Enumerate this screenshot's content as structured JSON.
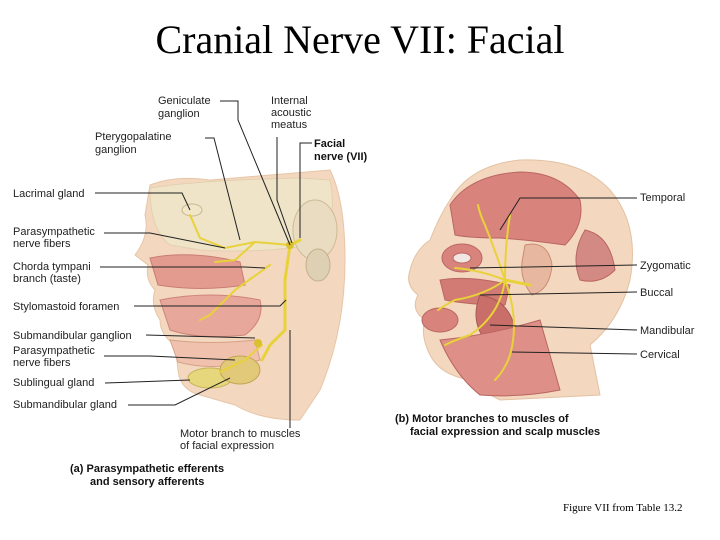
{
  "title": "Cranial Nerve VII: Facial",
  "panel_a": {
    "labels": {
      "geniculate_ganglion": [
        "Geniculate",
        "ganglion"
      ],
      "internal_acoustic_meatus": [
        "Internal",
        "acoustic",
        "meatus"
      ],
      "pterygopalatine_ganglion": [
        "Pterygopalatine",
        "ganglion"
      ],
      "facial_nerve": [
        "Facial",
        "nerve (VII)"
      ],
      "lacrimal_gland": "Lacrimal gland",
      "parasympathetic_fibers_upper": [
        "Parasympathetic",
        "nerve fibers"
      ],
      "chorda_tympani": [
        "Chorda tympani",
        "branch (taste)"
      ],
      "stylomastoid_foramen": "Stylomastoid foramen",
      "submandibular_ganglion": "Submandibular ganglion",
      "parasympathetic_fibers_lower": [
        "Parasympathetic",
        "nerve fibers"
      ],
      "sublingual_gland": "Sublingual gland",
      "submandibular_gland": "Submandibular gland",
      "motor_branch": [
        "Motor branch to muscles",
        "of facial expression"
      ]
    },
    "caption": [
      "(a) Parasympathetic efferents",
      "and sensory afferents"
    ]
  },
  "panel_b": {
    "labels": {
      "temporal": "Temporal",
      "zygomatic": "Zygomatic",
      "buccal": "Buccal",
      "mandibular": "Mandibular",
      "cervical": "Cervical"
    },
    "caption": [
      "(b) Motor branches to muscles of",
      "facial expression and scalp muscles"
    ]
  },
  "source": "Figure VII from Table 13.2",
  "colors": {
    "nerve": "#e8d23a",
    "muscle": "#d9837d",
    "skin": "#f4d7bf",
    "bone": "#efe3c8"
  }
}
